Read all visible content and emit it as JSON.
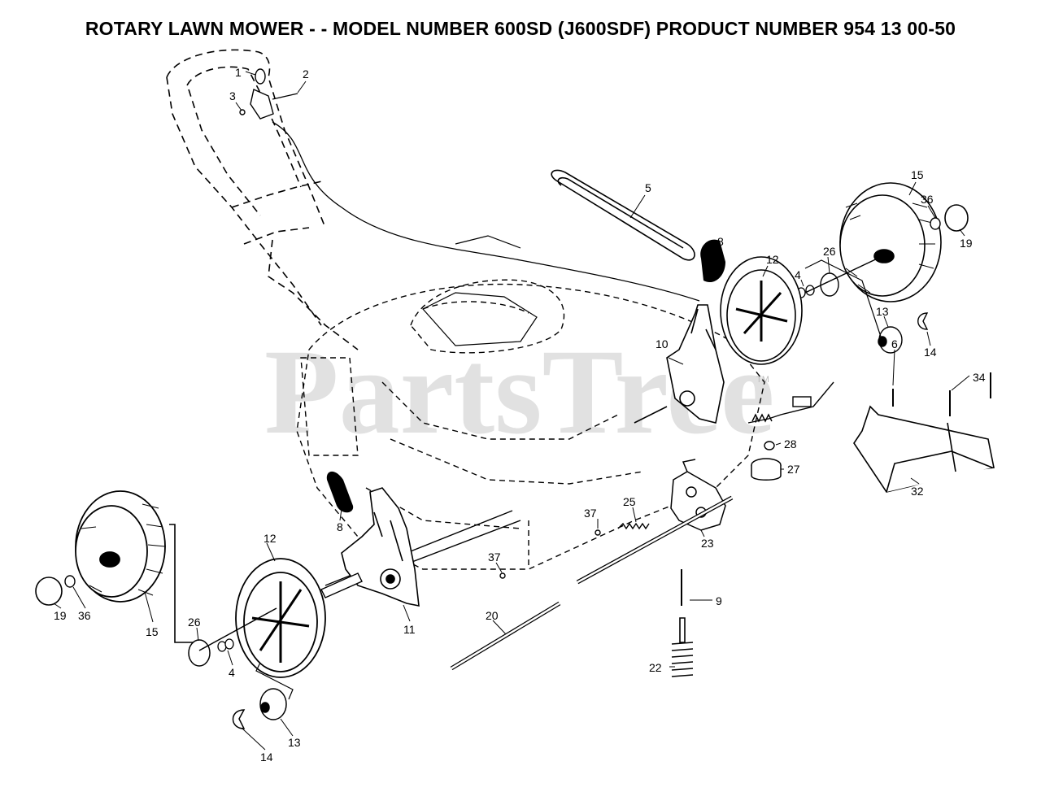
{
  "title": "ROTARY LAWN MOWER - - MODEL NUMBER 600SD (J600SDF)  PRODUCT NUMBER  954 13 00-50",
  "watermark": "PartsTree",
  "watermark_mark": "TM",
  "callouts": [
    "1",
    "2",
    "3",
    "5",
    "15",
    "36",
    "19",
    "8",
    "12",
    "26",
    "4",
    "13",
    "14",
    "10",
    "6",
    "34",
    "28",
    "27",
    "32",
    "8",
    "12",
    "37",
    "25",
    "23",
    "37",
    "9",
    "20",
    "22",
    "19",
    "36",
    "15",
    "26",
    "4",
    "11",
    "13",
    "14"
  ]
}
